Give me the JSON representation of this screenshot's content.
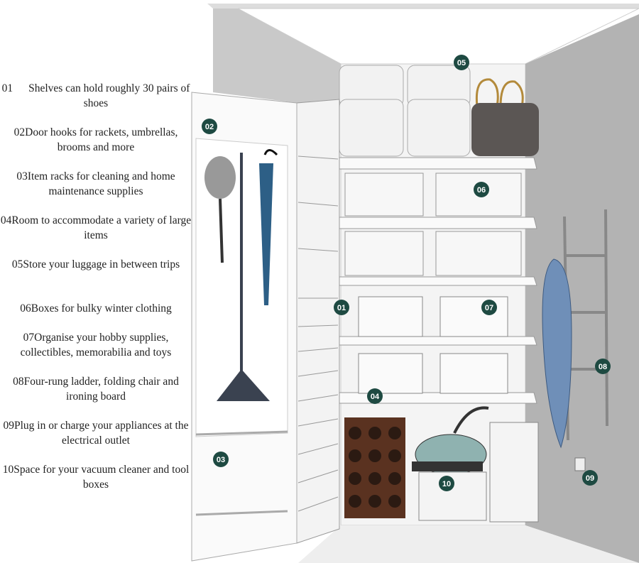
{
  "colors": {
    "badge": "#1e4a42",
    "wall_left": "#c9c9c9",
    "wall_right": "#b3b3b3",
    "wine_rack": "#5a3220",
    "umbrella": "#2d5f86",
    "ironing_board": "#6f8fb8"
  },
  "legend": [
    {
      "num": "01",
      "text": "Shelves can hold roughly 30 pairs of shoes"
    },
    {
      "num": "02",
      "text": "Door hooks for rackets, umbrellas, brooms and more"
    },
    {
      "num": "03",
      "text": "Item racks for cleaning and home maintenance supplies"
    },
    {
      "num": "04",
      "text": "Room to accommodate a variety of large items"
    },
    {
      "num": "05",
      "text": "Store your luggage in between trips"
    },
    {
      "num": "06",
      "text": "Boxes for bulky winter clothing"
    },
    {
      "num": "07",
      "text": "Organise your hobby supplies, collectibles, memorabilia and toys"
    },
    {
      "num": "08",
      "text": "Four-rung ladder, folding chair and ironing board"
    },
    {
      "num": "09",
      "text": "Plug in or charge your appliances at the electrical outlet"
    },
    {
      "num": "10",
      "text": "Space for your vacuum cleaner and tool boxes"
    }
  ],
  "badges": {
    "b01": "01",
    "b02": "02",
    "b03": "03",
    "b04": "04",
    "b05": "05",
    "b06": "06",
    "b07": "07",
    "b08": "08",
    "b09": "09",
    "b10": "10"
  }
}
